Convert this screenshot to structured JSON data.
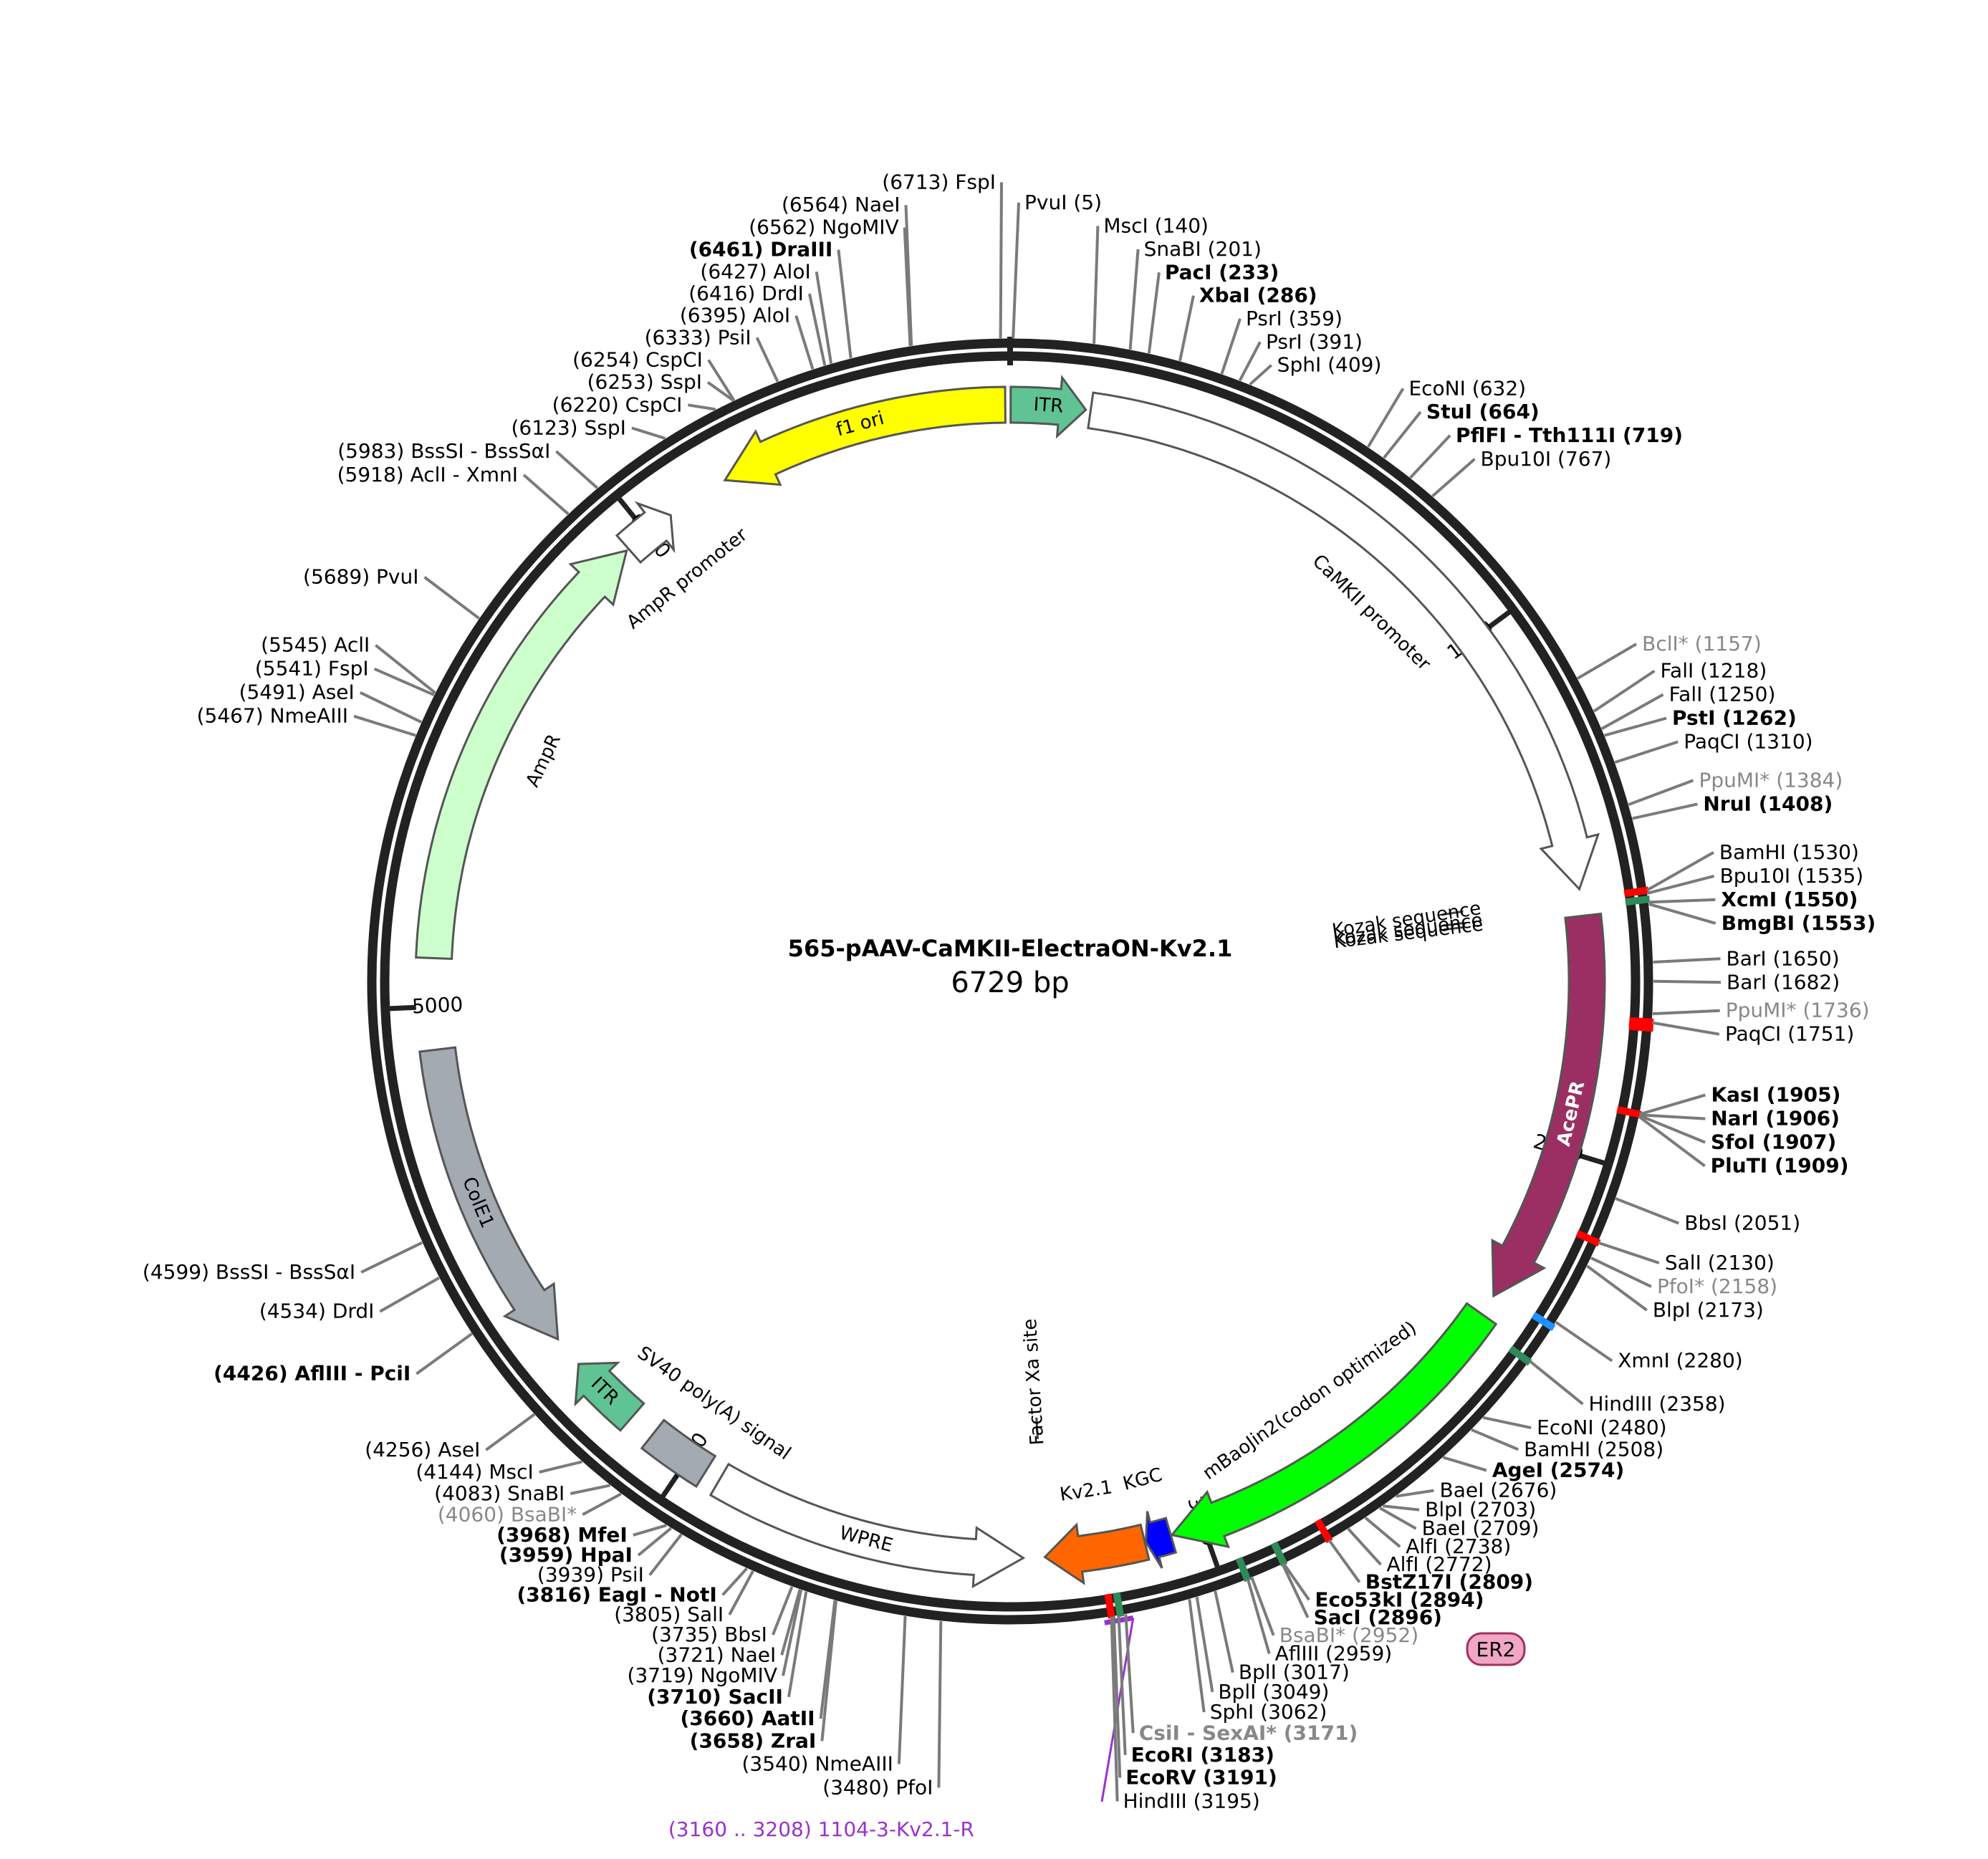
{
  "plasmid": {
    "name": "565-pAAV-CaMKII-ElectraON-Kv2.1",
    "size_label": "6729 bp",
    "length": 6729
  },
  "ticks": [
    {
      "pos": 1000,
      "label": "1000"
    },
    {
      "pos": 2000,
      "label": "2000"
    },
    {
      "pos": 3000,
      "label": "3000"
    },
    {
      "pos": 4000,
      "label": "4000"
    },
    {
      "pos": 5000,
      "label": "5000"
    },
    {
      "pos": 6000,
      "label": "6000"
    }
  ],
  "features": [
    {
      "name": "ITR",
      "label": "ITR",
      "start": 1,
      "end": 141,
      "dir": 1,
      "color": "#5fc393"
    },
    {
      "name": "CaMKII promoter",
      "label": "CaMKII promoter",
      "start": 150,
      "end": 1510,
      "dir": 1,
      "color": "#ffffff"
    },
    {
      "name": "AcePR",
      "label": "AcePR",
      "start": 1560,
      "end": 2300,
      "dir": 1,
      "color": "#9b2f63"
    },
    {
      "name": "mBaoJin2(codon optimized)",
      "label": "mBaoJin2(codon optimized)",
      "start": 2340,
      "end": 3060,
      "dir": 1,
      "color": "#00ff00"
    },
    {
      "name": "KGC",
      "label": "KGC",
      "start": 3062,
      "end": 3110,
      "dir": 1,
      "color": "#0000ff"
    },
    {
      "name": "Kv2.1",
      "label": "Kv2.1",
      "start": 3112,
      "end": 3300,
      "dir": 1,
      "color": "#ff6600"
    },
    {
      "name": "WPRE",
      "label": "WPRE",
      "start": 3340,
      "end": 3930,
      "dir": -1,
      "color": "#ffffff"
    },
    {
      "name": "SV40 poly(A) signal",
      "label": "SV40 poly(A) signal",
      "start": 3960,
      "end": 4080,
      "dir": 0,
      "color": "#a3aab1"
    },
    {
      "name": "ITR2",
      "label": "ITR",
      "start": 4130,
      "end": 4270,
      "dir": 1,
      "color": "#5fc393"
    },
    {
      "name": "ColE1",
      "label": "ColE1",
      "start": 4330,
      "end": 4920,
      "dir": -1,
      "color": "#a3aab1"
    },
    {
      "name": "AmpR",
      "label": "AmpR",
      "start": 5090,
      "end": 5950,
      "dir": 1,
      "color": "#ccffcc"
    },
    {
      "name": "AmpR promoter",
      "label": "AmpR promoter",
      "start": 5955,
      "end": 6055,
      "dir": 1,
      "color": "#ffffff"
    },
    {
      "name": "f1 ori",
      "label": "f1 ori",
      "start": 6175,
      "end": 6720,
      "dir": -1,
      "color": "#ffff00"
    }
  ],
  "inner_labels": [
    {
      "text": "Kozak sequence",
      "pos": 1518
    },
    {
      "text": "Kozak sequence",
      "pos": 1545
    },
    {
      "text": "Kozak sequence",
      "pos": 1555
    },
    {
      "text": "Factor Xa site",
      "pos": 3300
    }
  ],
  "primer": {
    "label": "(3160 .. 3208)  1104-3-Kv2.1-R",
    "color": "#9932cc"
  },
  "er2_label": "ER2",
  "sites_right": [
    {
      "label": "PvuI  (5)",
      "pos": 5
    },
    {
      "label": "MscI  (140)",
      "pos": 140
    },
    {
      "label": "SnaBI  (201)",
      "pos": 201
    },
    {
      "label": "PacI  (233)",
      "pos": 233
    },
    {
      "label": "XbaI  (286)",
      "pos": 286
    },
    {
      "label": "PsrI  (359)",
      "pos": 359
    },
    {
      "label": "PsrI  (391)",
      "pos": 391
    },
    {
      "label": "SphI  (409)",
      "pos": 409
    },
    {
      "label": "EcoNI  (632)",
      "pos": 632
    },
    {
      "label": "StuI  (664)",
      "pos": 664
    },
    {
      "label": "PflFI - Tth111I  (719)",
      "pos": 719
    },
    {
      "label": "Bpu10I  (767)",
      "pos": 767
    },
    {
      "label": "BclI*  (1157)",
      "pos": 1157
    },
    {
      "label": "FalI  (1218)",
      "pos": 1218
    },
    {
      "label": "FalI  (1250)",
      "pos": 1250
    },
    {
      "label": "PstI  (1262)",
      "pos": 1262
    },
    {
      "label": "PaqCI  (1310)",
      "pos": 1310
    },
    {
      "label": "PpuMI*  (1384)",
      "pos": 1384
    },
    {
      "label": "NruI  (1408)",
      "pos": 1408
    },
    {
      "label": "BamHI  (1530)",
      "pos": 1530
    },
    {
      "label": "Bpu10I  (1535)",
      "pos": 1535
    },
    {
      "label": "XcmI  (1550)",
      "pos": 1550
    },
    {
      "label": "BmgBI  (1553)",
      "pos": 1553
    },
    {
      "label": "BarI  (1650)",
      "pos": 1650
    },
    {
      "label": "BarI  (1682)",
      "pos": 1682
    },
    {
      "label": "PpuMI*  (1736)",
      "pos": 1736
    },
    {
      "label": "PaqCI  (1751)",
      "pos": 1751
    },
    {
      "label": "KasI  (1905)",
      "pos": 1905
    },
    {
      "label": "NarI  (1906)",
      "pos": 1906
    },
    {
      "label": "SfoI  (1907)",
      "pos": 1907
    },
    {
      "label": "PluTI  (1909)",
      "pos": 1909
    },
    {
      "label": "BbsI  (2051)",
      "pos": 2051
    },
    {
      "label": "SalI  (2130)",
      "pos": 2130
    },
    {
      "label": "PfoI*  (2158)",
      "pos": 2158
    },
    {
      "label": "BlpI  (2173)",
      "pos": 2173
    },
    {
      "label": "XmnI  (2280)",
      "pos": 2280
    },
    {
      "label": "HindIII  (2358)",
      "pos": 2358
    },
    {
      "label": "EcoNI  (2480)",
      "pos": 2480
    },
    {
      "label": "BamHI  (2508)",
      "pos": 2508
    },
    {
      "label": "AgeI  (2574)",
      "pos": 2574
    },
    {
      "label": "BaeI  (2676)",
      "pos": 2676
    },
    {
      "label": "BlpI  (2703)",
      "pos": 2703
    },
    {
      "label": "BaeI  (2709)",
      "pos": 2709
    },
    {
      "label": "AlfI  (2738)",
      "pos": 2738
    },
    {
      "label": "AlfI  (2772)",
      "pos": 2772
    },
    {
      "label": "BstZ17I  (2809)",
      "pos": 2809
    },
    {
      "label": "Eco53kI  (2894)",
      "pos": 2894
    },
    {
      "label": "SacI  (2896)",
      "pos": 2896
    },
    {
      "label": "BsaBI*  (2952)",
      "pos": 2952
    },
    {
      "label": "AflIII  (2959)",
      "pos": 2959
    },
    {
      "label": "BplI  (3017)",
      "pos": 3017
    },
    {
      "label": "BplI  (3049)",
      "pos": 3049
    },
    {
      "label": "SphI  (3062)",
      "pos": 3062
    },
    {
      "label": "CsiI - SexAI*  (3171)",
      "pos": 3171
    },
    {
      "label": "EcoRI  (3183)",
      "pos": 3183
    },
    {
      "label": "EcoRV  (3191)",
      "pos": 3191
    },
    {
      "label": "HindIII  (3195)",
      "pos": 3195
    }
  ],
  "sites_left": [
    {
      "label": "(6713)  FspI",
      "pos": 6713
    },
    {
      "label": "(6564)  NaeI",
      "pos": 6564
    },
    {
      "label": "(6562)  NgoMIV",
      "pos": 6562
    },
    {
      "label": "(6461)  DraIII",
      "pos": 6461
    },
    {
      "label": "(6427)  AloI",
      "pos": 6427
    },
    {
      "label": "(6416)  DrdI",
      "pos": 6416
    },
    {
      "label": "(6395)  AloI",
      "pos": 6395
    },
    {
      "label": "(6333)  PsiI",
      "pos": 6333
    },
    {
      "label": "(6254)  CspCI",
      "pos": 6254
    },
    {
      "label": "(6253)  SspI",
      "pos": 6253
    },
    {
      "label": "(6220)  CspCI",
      "pos": 6220
    },
    {
      "label": "(6123)  SspI",
      "pos": 6123
    },
    {
      "label": "(5983)  BssSI - BssSαI",
      "pos": 5983
    },
    {
      "label": "(5918)  AclI - XmnI",
      "pos": 5918
    },
    {
      "label": "(5689)  PvuI",
      "pos": 5689
    },
    {
      "label": "(5545)  AclI",
      "pos": 5545
    },
    {
      "label": "(5541)  FspI",
      "pos": 5541
    },
    {
      "label": "(5491)  AseI",
      "pos": 5491
    },
    {
      "label": "(5467)  NmeAIII",
      "pos": 5467
    },
    {
      "label": "(4599)  BssSI - BssSαI",
      "pos": 4599
    },
    {
      "label": "(4534)  DrdI",
      "pos": 4534
    },
    {
      "label": "(4426)  AflIII - PciI",
      "pos": 4426
    },
    {
      "label": "(4256)  AseI",
      "pos": 4256
    },
    {
      "label": "(4144)  MscI",
      "pos": 4144
    },
    {
      "label": "(4083)  SnaBI",
      "pos": 4083
    },
    {
      "label": "(4060)  BsaBI*",
      "pos": 4060
    },
    {
      "label": "(3968)  MfeI",
      "pos": 3968
    },
    {
      "label": "(3959)  HpaI",
      "pos": 3959
    },
    {
      "label": "(3939)  PsiI",
      "pos": 3939
    },
    {
      "label": "(3816)  EagI - NotI",
      "pos": 3816
    },
    {
      "label": "(3805)  SalI",
      "pos": 3805
    },
    {
      "label": "(3735)  BbsI",
      "pos": 3735
    },
    {
      "label": "(3721)  NaeI",
      "pos": 3721
    },
    {
      "label": "(3719)  NgoMIV",
      "pos": 3719
    },
    {
      "label": "(3710)  SacII",
      "pos": 3710
    },
    {
      "label": "(3660)  AatII",
      "pos": 3660
    },
    {
      "label": "(3658)  ZraI",
      "pos": 3658
    },
    {
      "label": "(3540)  NmeAIII",
      "pos": 3540
    },
    {
      "label": "(3480)  PfoI",
      "pos": 3480
    }
  ]
}
